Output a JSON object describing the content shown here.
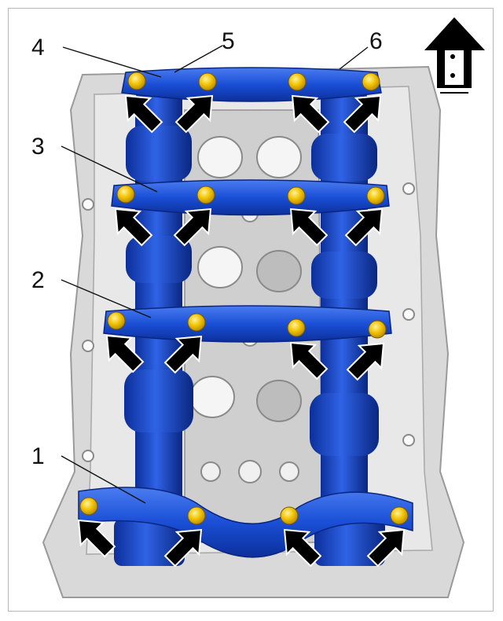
{
  "diagram": {
    "callouts": [
      {
        "id": "1",
        "label": "1"
      },
      {
        "id": "2",
        "label": "2"
      },
      {
        "id": "3",
        "label": "3"
      },
      {
        "id": "4",
        "label": "4"
      },
      {
        "id": "5",
        "label": "5"
      },
      {
        "id": "6",
        "label": "6"
      }
    ],
    "colors": {
      "cap_blue": "#1a4fd6",
      "cap_blue_dark": "#0c2f9a",
      "cap_blue_light": "#4a7cf0",
      "bolt_yellow": "#f2c200",
      "head_gray": "#d9d9d9",
      "head_gray_dark": "#9a9a9a",
      "arrow_black": "#000000"
    },
    "icons": {
      "orientation": "front-direction-arrow-icon",
      "pointer": "black-pointer-arrow-icon",
      "bolt": "bolt-icon"
    }
  }
}
